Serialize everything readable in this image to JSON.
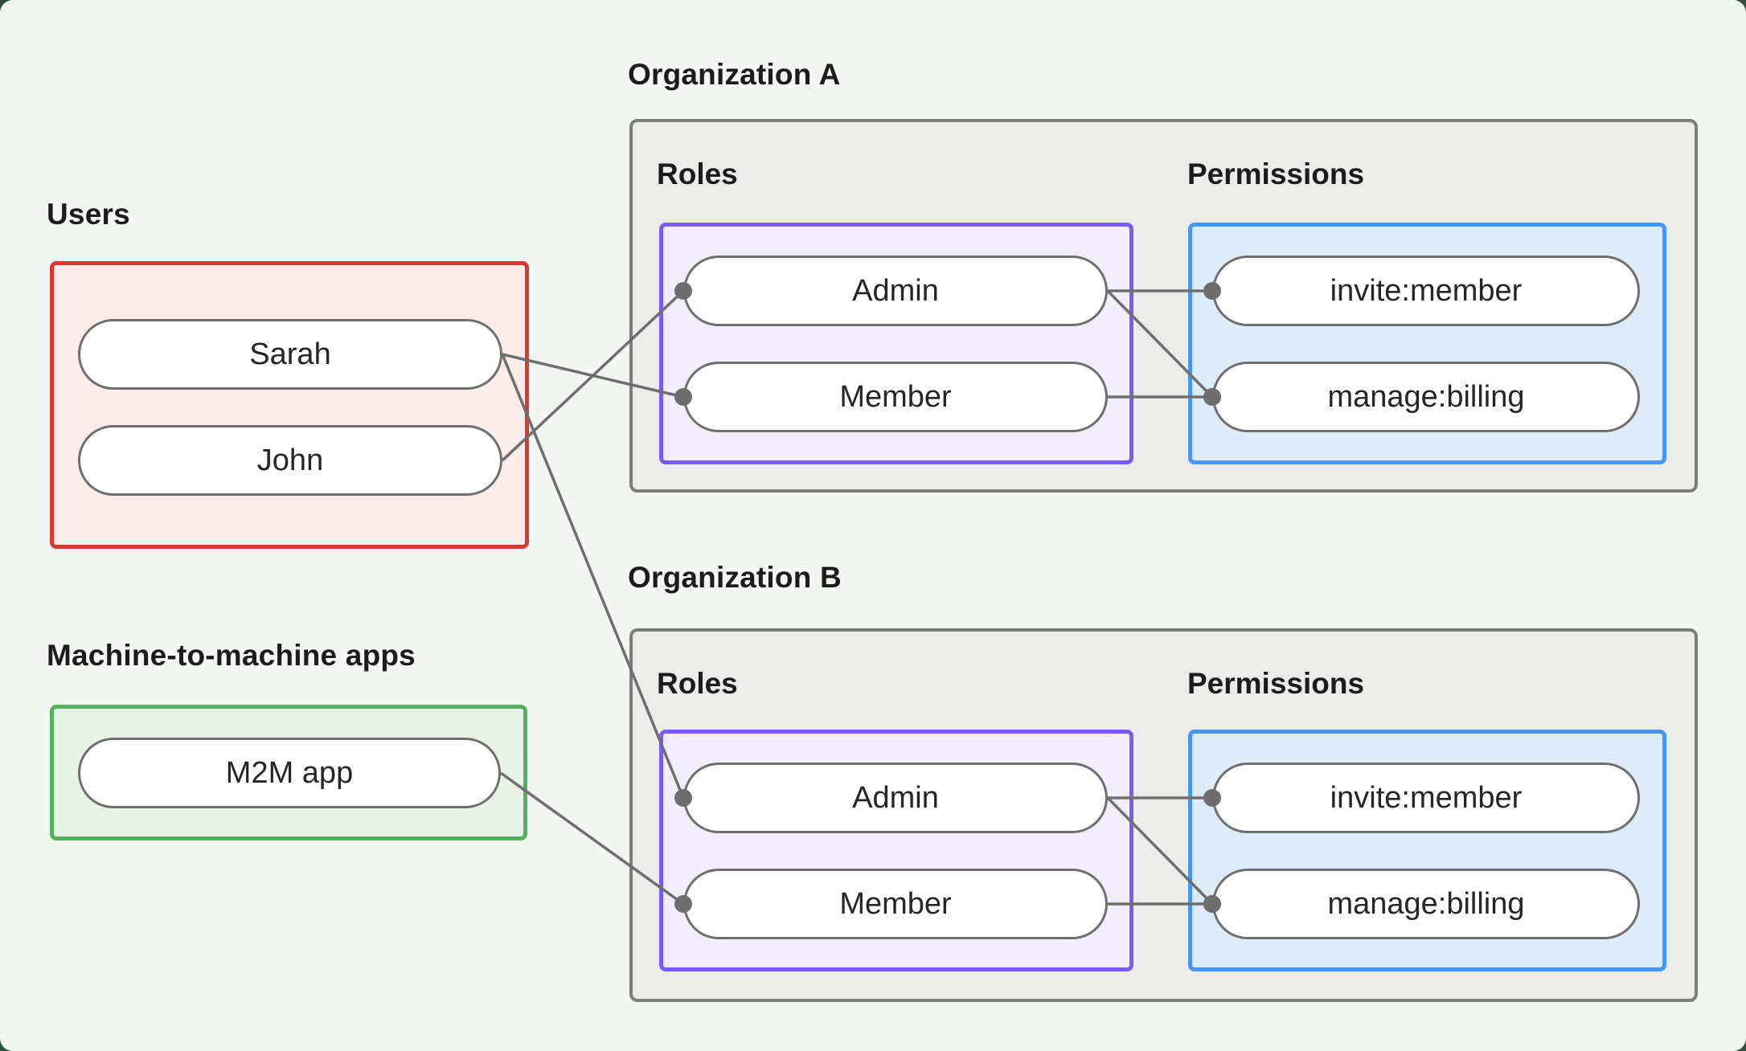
{
  "diagram": {
    "users": {
      "title": "Users",
      "nodes": [
        {
          "id": "sarah",
          "label": "Sarah"
        },
        {
          "id": "john",
          "label": "John"
        }
      ]
    },
    "m2m": {
      "title": "Machine-to-machine apps",
      "nodes": [
        {
          "id": "m2m-app",
          "label": "M2M app"
        }
      ]
    },
    "org_a": {
      "title": "Organization A",
      "roles_label": "Roles",
      "permissions_label": "Permissions",
      "roles": [
        {
          "id": "orgA-admin",
          "label": "Admin"
        },
        {
          "id": "orgA-member",
          "label": "Member"
        }
      ],
      "permissions": [
        {
          "id": "orgA-invite",
          "label": "invite:member"
        },
        {
          "id": "orgA-manage",
          "label": "manage:billing"
        }
      ]
    },
    "org_b": {
      "title": "Organization B",
      "roles_label": "Roles",
      "permissions_label": "Permissions",
      "roles": [
        {
          "id": "orgB-admin",
          "label": "Admin"
        },
        {
          "id": "orgB-member",
          "label": "Member"
        }
      ],
      "permissions": [
        {
          "id": "orgB-invite",
          "label": "invite:member"
        },
        {
          "id": "orgB-manage",
          "label": "manage:billing"
        }
      ]
    },
    "edges": [
      {
        "from": "sarah",
        "to": "orgA-member"
      },
      {
        "from": "john",
        "to": "orgA-admin"
      },
      {
        "from": "sarah",
        "to": "orgB-admin"
      },
      {
        "from": "m2m-app",
        "to": "orgB-member"
      },
      {
        "from": "orgA-admin",
        "to": "orgA-invite"
      },
      {
        "from": "orgA-admin",
        "to": "orgA-manage"
      },
      {
        "from": "orgA-member",
        "to": "orgA-manage"
      },
      {
        "from": "orgB-admin",
        "to": "orgB-invite"
      },
      {
        "from": "orgB-admin",
        "to": "orgB-manage"
      },
      {
        "from": "orgB-member",
        "to": "orgB-manage"
      }
    ]
  },
  "colors": {
    "page_background": "#f4f6f4",
    "outer_corner": "#30503e",
    "users_border": "#d93b33",
    "users_fill": "#fcedeb",
    "m2m_border": "#57b25e",
    "m2m_fill": "#e9f4e9",
    "org_border": "#7b7e7b",
    "org_fill": "#ececeb",
    "roles_border": "#7b5bf7",
    "roles_fill": "#f3eefd",
    "permissions_border": "#4796f5",
    "permissions_fill": "#deecfa",
    "node_border": "#6f6f6f",
    "node_fill": "#ffffff",
    "edge": "#6e6e6e",
    "text": "#1c1c1c"
  }
}
